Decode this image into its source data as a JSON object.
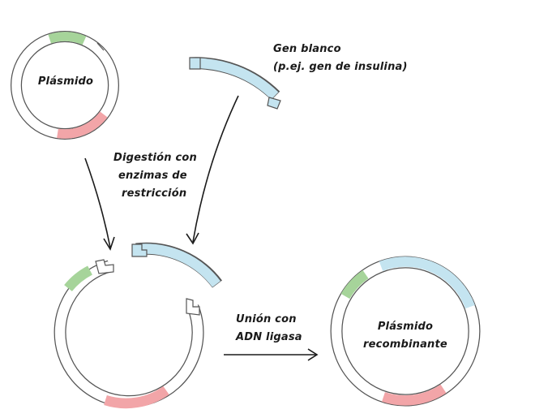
{
  "labels": {
    "plasmid": "Plásmido",
    "target_gene_line1": "Gen blanco",
    "target_gene_line2": "(p.ej. gen de insulina)",
    "digestion_line1": "Digestión con",
    "digestion_line2": "enzimas de",
    "digestion_line3": "restricción",
    "ligase_line1": "Unión con",
    "ligase_line2": "ADN ligasa",
    "recombinant_line1": "Plásmido",
    "recombinant_line2": "recombinante"
  },
  "colors": {
    "outline": "#555555",
    "ring_fill": "#ffffff",
    "green_segment": "#a6d49a",
    "red_segment": "#f2a5a8",
    "blue_segment": "#c4e4f0",
    "arrow": "#1a1a1a"
  }
}
